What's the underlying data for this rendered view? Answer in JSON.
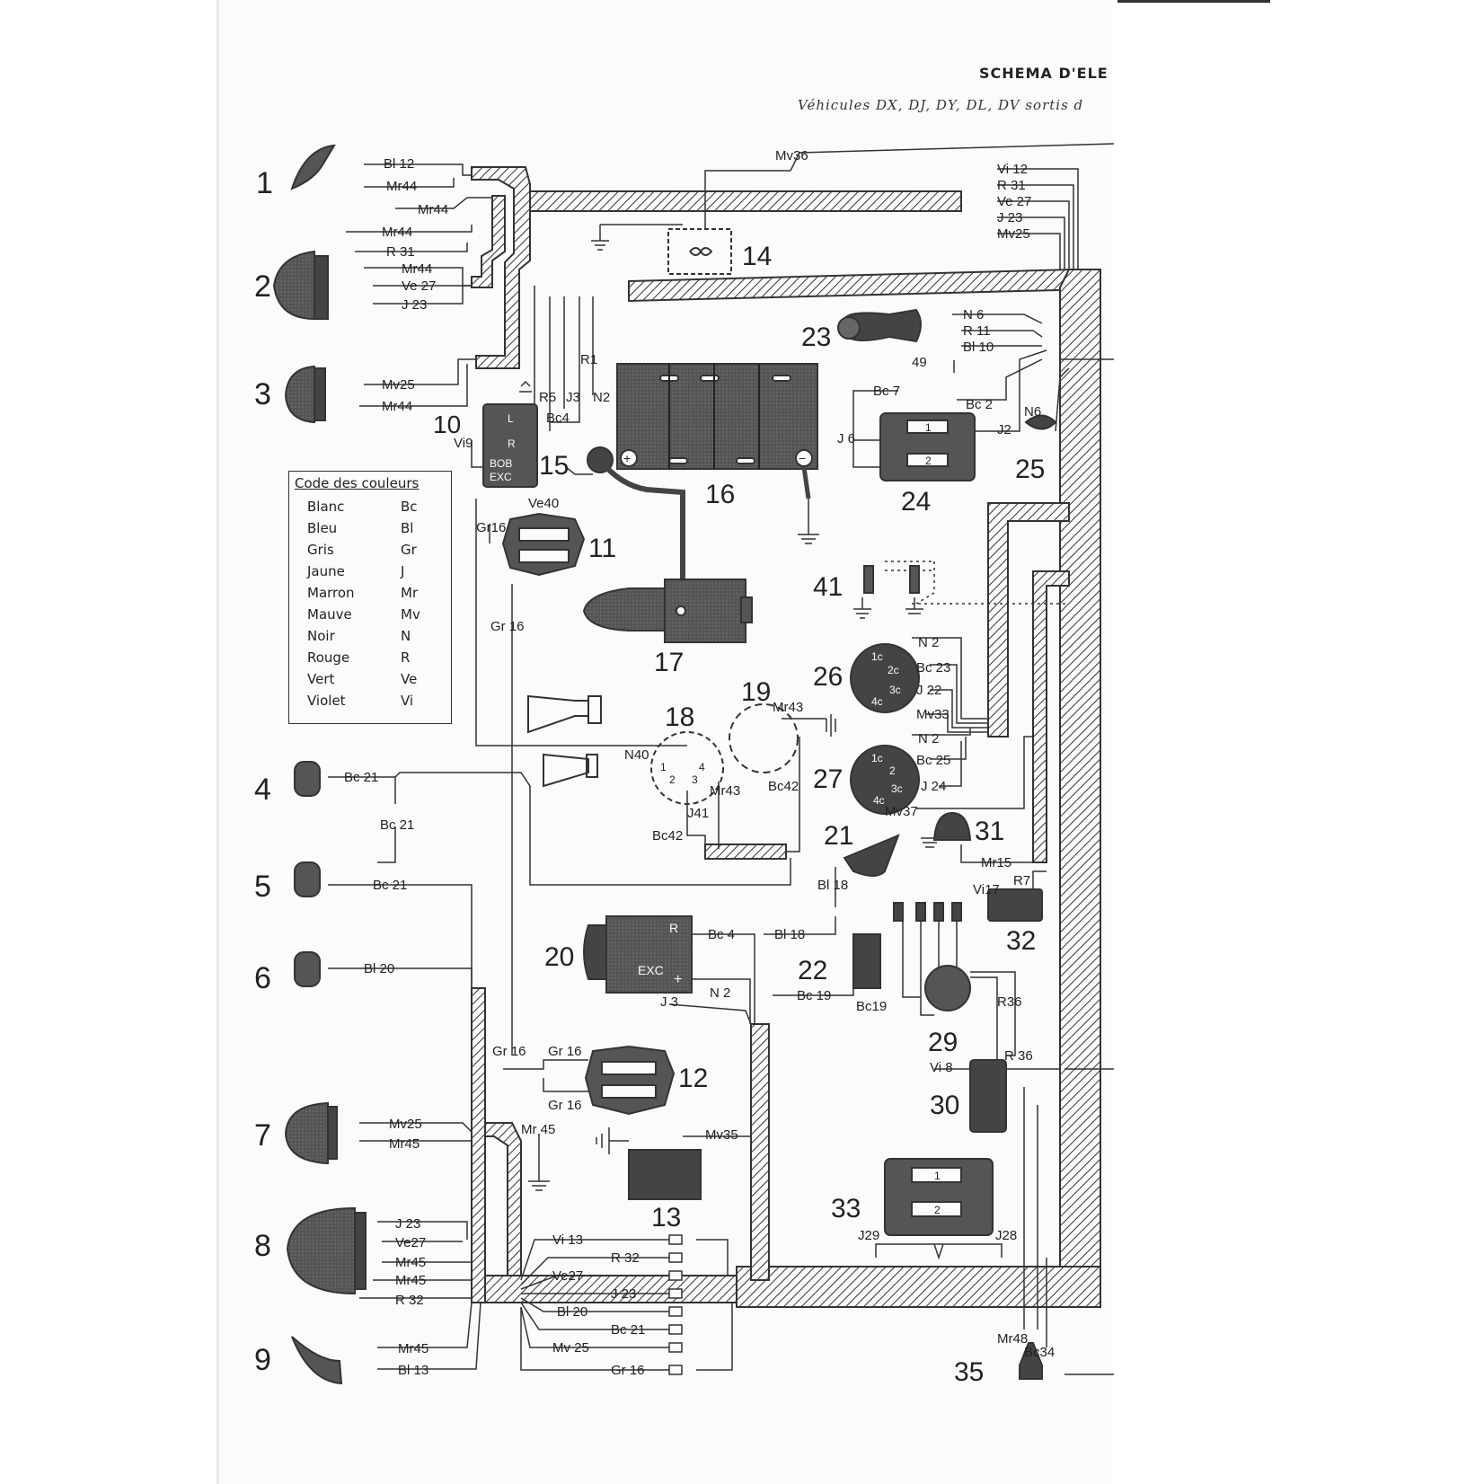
{
  "header": {
    "title": "SCHEMA D'ELE",
    "subtitle": "Véhicules DX, DJ, DY, DL, DV sortis d"
  },
  "legend": {
    "title": "Code des couleurs",
    "rows": [
      {
        "name": "Blanc",
        "code": "Bc"
      },
      {
        "name": "Bleu",
        "code": "Bl"
      },
      {
        "name": "Gris",
        "code": "Gr"
      },
      {
        "name": "Jaune",
        "code": "J"
      },
      {
        "name": "Marron",
        "code": "Mr"
      },
      {
        "name": "Mauve",
        "code": "Mv"
      },
      {
        "name": "Noir",
        "code": "N"
      },
      {
        "name": "Rouge",
        "code": "R"
      },
      {
        "name": "Vert",
        "code": "Ve"
      },
      {
        "name": "Violet",
        "code": "Vi"
      }
    ]
  },
  "components": {
    "c1": "1",
    "c2": "2",
    "c3": "3",
    "c4": "4",
    "c5": "5",
    "c6": "6",
    "c7": "7",
    "c8": "8",
    "c9": "9",
    "c10": "10",
    "c11": "11",
    "c12": "12",
    "c13": "13",
    "c14": "14",
    "c15": "15",
    "c16": "16",
    "c17": "17",
    "c18": "18",
    "c19": "19",
    "c20": "20",
    "c21": "21",
    "c22": "22",
    "c23": "23",
    "c24": "24",
    "c25": "25",
    "c26": "26",
    "c27": "27",
    "c29": "29",
    "c30": "30",
    "c31": "31",
    "c32": "32",
    "c33": "33",
    "c35": "35",
    "c41": "41"
  },
  "wires": {
    "w_bl12_1": "Bl 12",
    "w_mr44_1": "Mr44",
    "w_mr44_1b": "Mr44",
    "w_mr44_2": "Mr44",
    "w_r31_2": "R 31",
    "w_mr44_2b": "Mr44",
    "w_ve27_2": "Ve 27",
    "w_j23_2": "J 23",
    "w_mv25_3": "Mv25",
    "w_mr44_3": "Mr44",
    "w_mv36": "Mv36",
    "w_vi12": "Vi 12",
    "w_r31": "R 31",
    "w_ve27": "Ve 27",
    "w_j23": "J 23",
    "w_mv25": "Mv25",
    "w_n6": "N 6",
    "w_r11": "R 11",
    "w_bl10": "Bl 10",
    "w_49": "49",
    "w_r1": "R1",
    "w_r5": "R5",
    "w_j3": "J3",
    "w_n2": "N2",
    "w_bc4": "Bc4",
    "w_vi9": "Vi9",
    "w_ve40": "Ve40",
    "w_bc7": "Bc 7",
    "w_bc2": "Bc 2",
    "w_j6": "J 6",
    "w_j2": "J2",
    "w_n6b": "N6",
    "w_gr16a": "Gr16",
    "w_gr16b": "Gr 16",
    "w_n2_26": "N 2",
    "w_bc23": "Bc 23",
    "w_j22": "J 22",
    "w_mv33": "Mv33",
    "w_n2_27": "N 2",
    "w_bc25": "Bc 25",
    "w_j24": "J 24",
    "w_mv37": "Mv37",
    "w_mr43": "Mr43",
    "w_n40": "N40",
    "w_mr43b": "Mr43",
    "w_j41": "J41",
    "w_bc42": "Bc42",
    "w_bc42b": "Bc42",
    "w_bc21_4": "Bc 21",
    "w_bc21_mid": "Bc 21",
    "w_bc21_5": "Bc 21",
    "w_bl20_6": "Bl 20",
    "w_bl18": "Bl 18",
    "w_bl18b": "Bl 18",
    "w_mr15": "Mr15",
    "w_vi17": "Vi17",
    "w_r7": "R7",
    "w_bc4b": "Bc 4",
    "w_n2b": "N 2",
    "w_j3b": "J 3",
    "w_bc19": "Bc 19",
    "w_bc19b": "Bc19",
    "w_r36": "R36",
    "w_r36b": "R 36",
    "w_vi8": "Vi 8",
    "w_gr16c": "Gr 16",
    "w_gr16d": "Gr 16",
    "w_gr16e": "Gr 16",
    "w_mr45": "Mr 45",
    "w_mv35": "Mv35",
    "w_mv25_7": "Mv25",
    "w_mr45_7": "Mr45",
    "w_j23_8": "J 23",
    "w_ve27_8": "Ve27",
    "w_mr45_8": "Mr45",
    "w_mr45_8b": "Mr45",
    "w_r32_8": "R 32",
    "w_mr45_9": "Mr45",
    "w_bl13_9": "Bl 13",
    "w_vi13": "Vi 13",
    "w_r32": "R 32",
    "w_ve27b": "Ve27",
    "w_j23b": "J 23",
    "w_bl20b": "Bl 20",
    "w_bc21b": "Bc 21",
    "w_mv25b": "Mv 25",
    "w_gr16f": "Gr 16",
    "w_j29": "J29",
    "w_j28": "J28",
    "w_mr48": "Mr48",
    "w_bc34": "Bc34",
    "t_l": "L",
    "t_r": "R",
    "t_bob": "BOB",
    "t_exc": "EXC",
    "t_exc20": "EXC",
    "t_r20": "R",
    "t_plus": "+",
    "t_minus": "−",
    "t_plus20": "+",
    "t_1": "1",
    "t_2": "2",
    "t_3": "3",
    "t_4": "4",
    "t_1c": "1c",
    "t_2c": "2c",
    "t_3c": "3c",
    "t_4c": "4c",
    "t_1c2": "1c",
    "t_2c2": "2",
    "t_3c2": "3c",
    "t_4c2": "4c",
    "s1": "1",
    "s2": "2",
    "s33a": "1",
    "s33b": "2"
  }
}
